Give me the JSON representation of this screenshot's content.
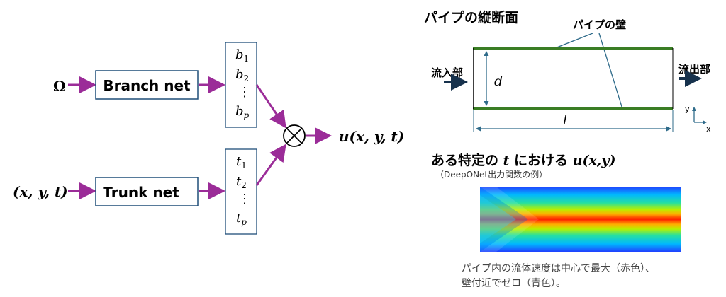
{
  "left": {
    "input_omega": "Ω",
    "input_xyt": "(x, y, t)",
    "branch_label": "Branch net",
    "trunk_label": "Trunk net",
    "branch_outputs": [
      "b",
      "1",
      "b",
      "2",
      "⋮",
      "b",
      "p"
    ],
    "trunk_outputs": [
      "t",
      "1",
      "t",
      "2",
      "⋮",
      "t",
      "p"
    ],
    "combine_symbol": "⊗",
    "output_label": "u(x, y, t)"
  },
  "right": {
    "section1_title": "パイプの縦断面",
    "wall_label": "パイプの壁",
    "inflow_label": "流入部",
    "outflow_label": "流出部",
    "diameter_symbol": "d",
    "length_symbol": "l",
    "axis_y": "y",
    "axis_x": "x",
    "section2_title_prefix": "ある特定の",
    "section2_t": "t",
    "section2_mid": "における",
    "section2_u": "u(x,y)",
    "section2_caption": "（DeepONet出力関数の例）",
    "description_line1": "パイプ内の流体速度は中心で最大（赤色）、",
    "description_line2": "壁付近でゼロ（青色）。"
  },
  "colors": {
    "arrow": "#9b2c98",
    "box_border": "#1f4e79",
    "pipe_wall": "#3a7d24",
    "dark_arrow": "#17324d"
  }
}
